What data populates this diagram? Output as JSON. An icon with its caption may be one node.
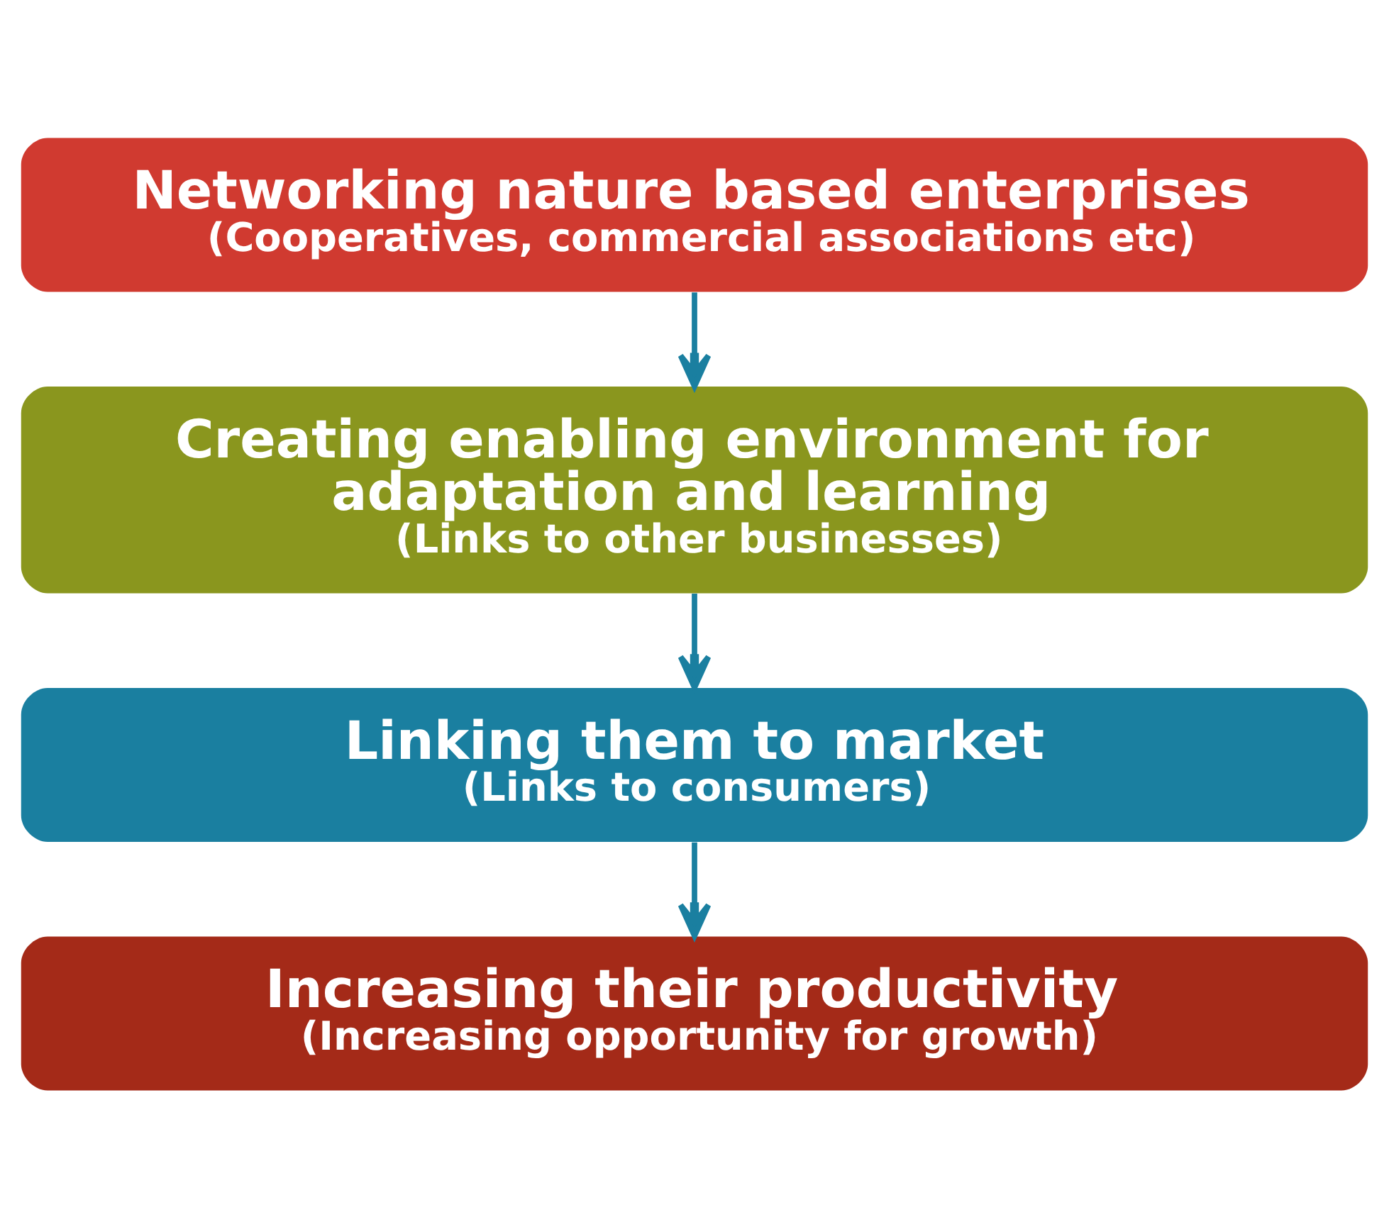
{
  "diagram": {
    "nodes": [
      {
        "text": [
          "Networking nature based enterprises",
          "(Cooperatives, commercial associations etc)"
        ]
      },
      {
        "text": [
          "Creating enabling environment for adaptation and learning",
          "(Links to other businesses)"
        ]
      },
      {
        "text": [
          "Linking them to market",
          "(Links to consumers)"
        ]
      },
      {
        "text": [
          "Increasing their productivity",
          "(Increasing opportunity for growth)"
        ]
      }
    ],
    "edges": [
      {
        "from": 0,
        "to": 1,
        "arrow": "to"
      },
      {
        "from": 1,
        "to": 2,
        "arrow": "to"
      },
      {
        "from": 2,
        "to": 3,
        "arrow": "to"
      }
    ]
  }
}
